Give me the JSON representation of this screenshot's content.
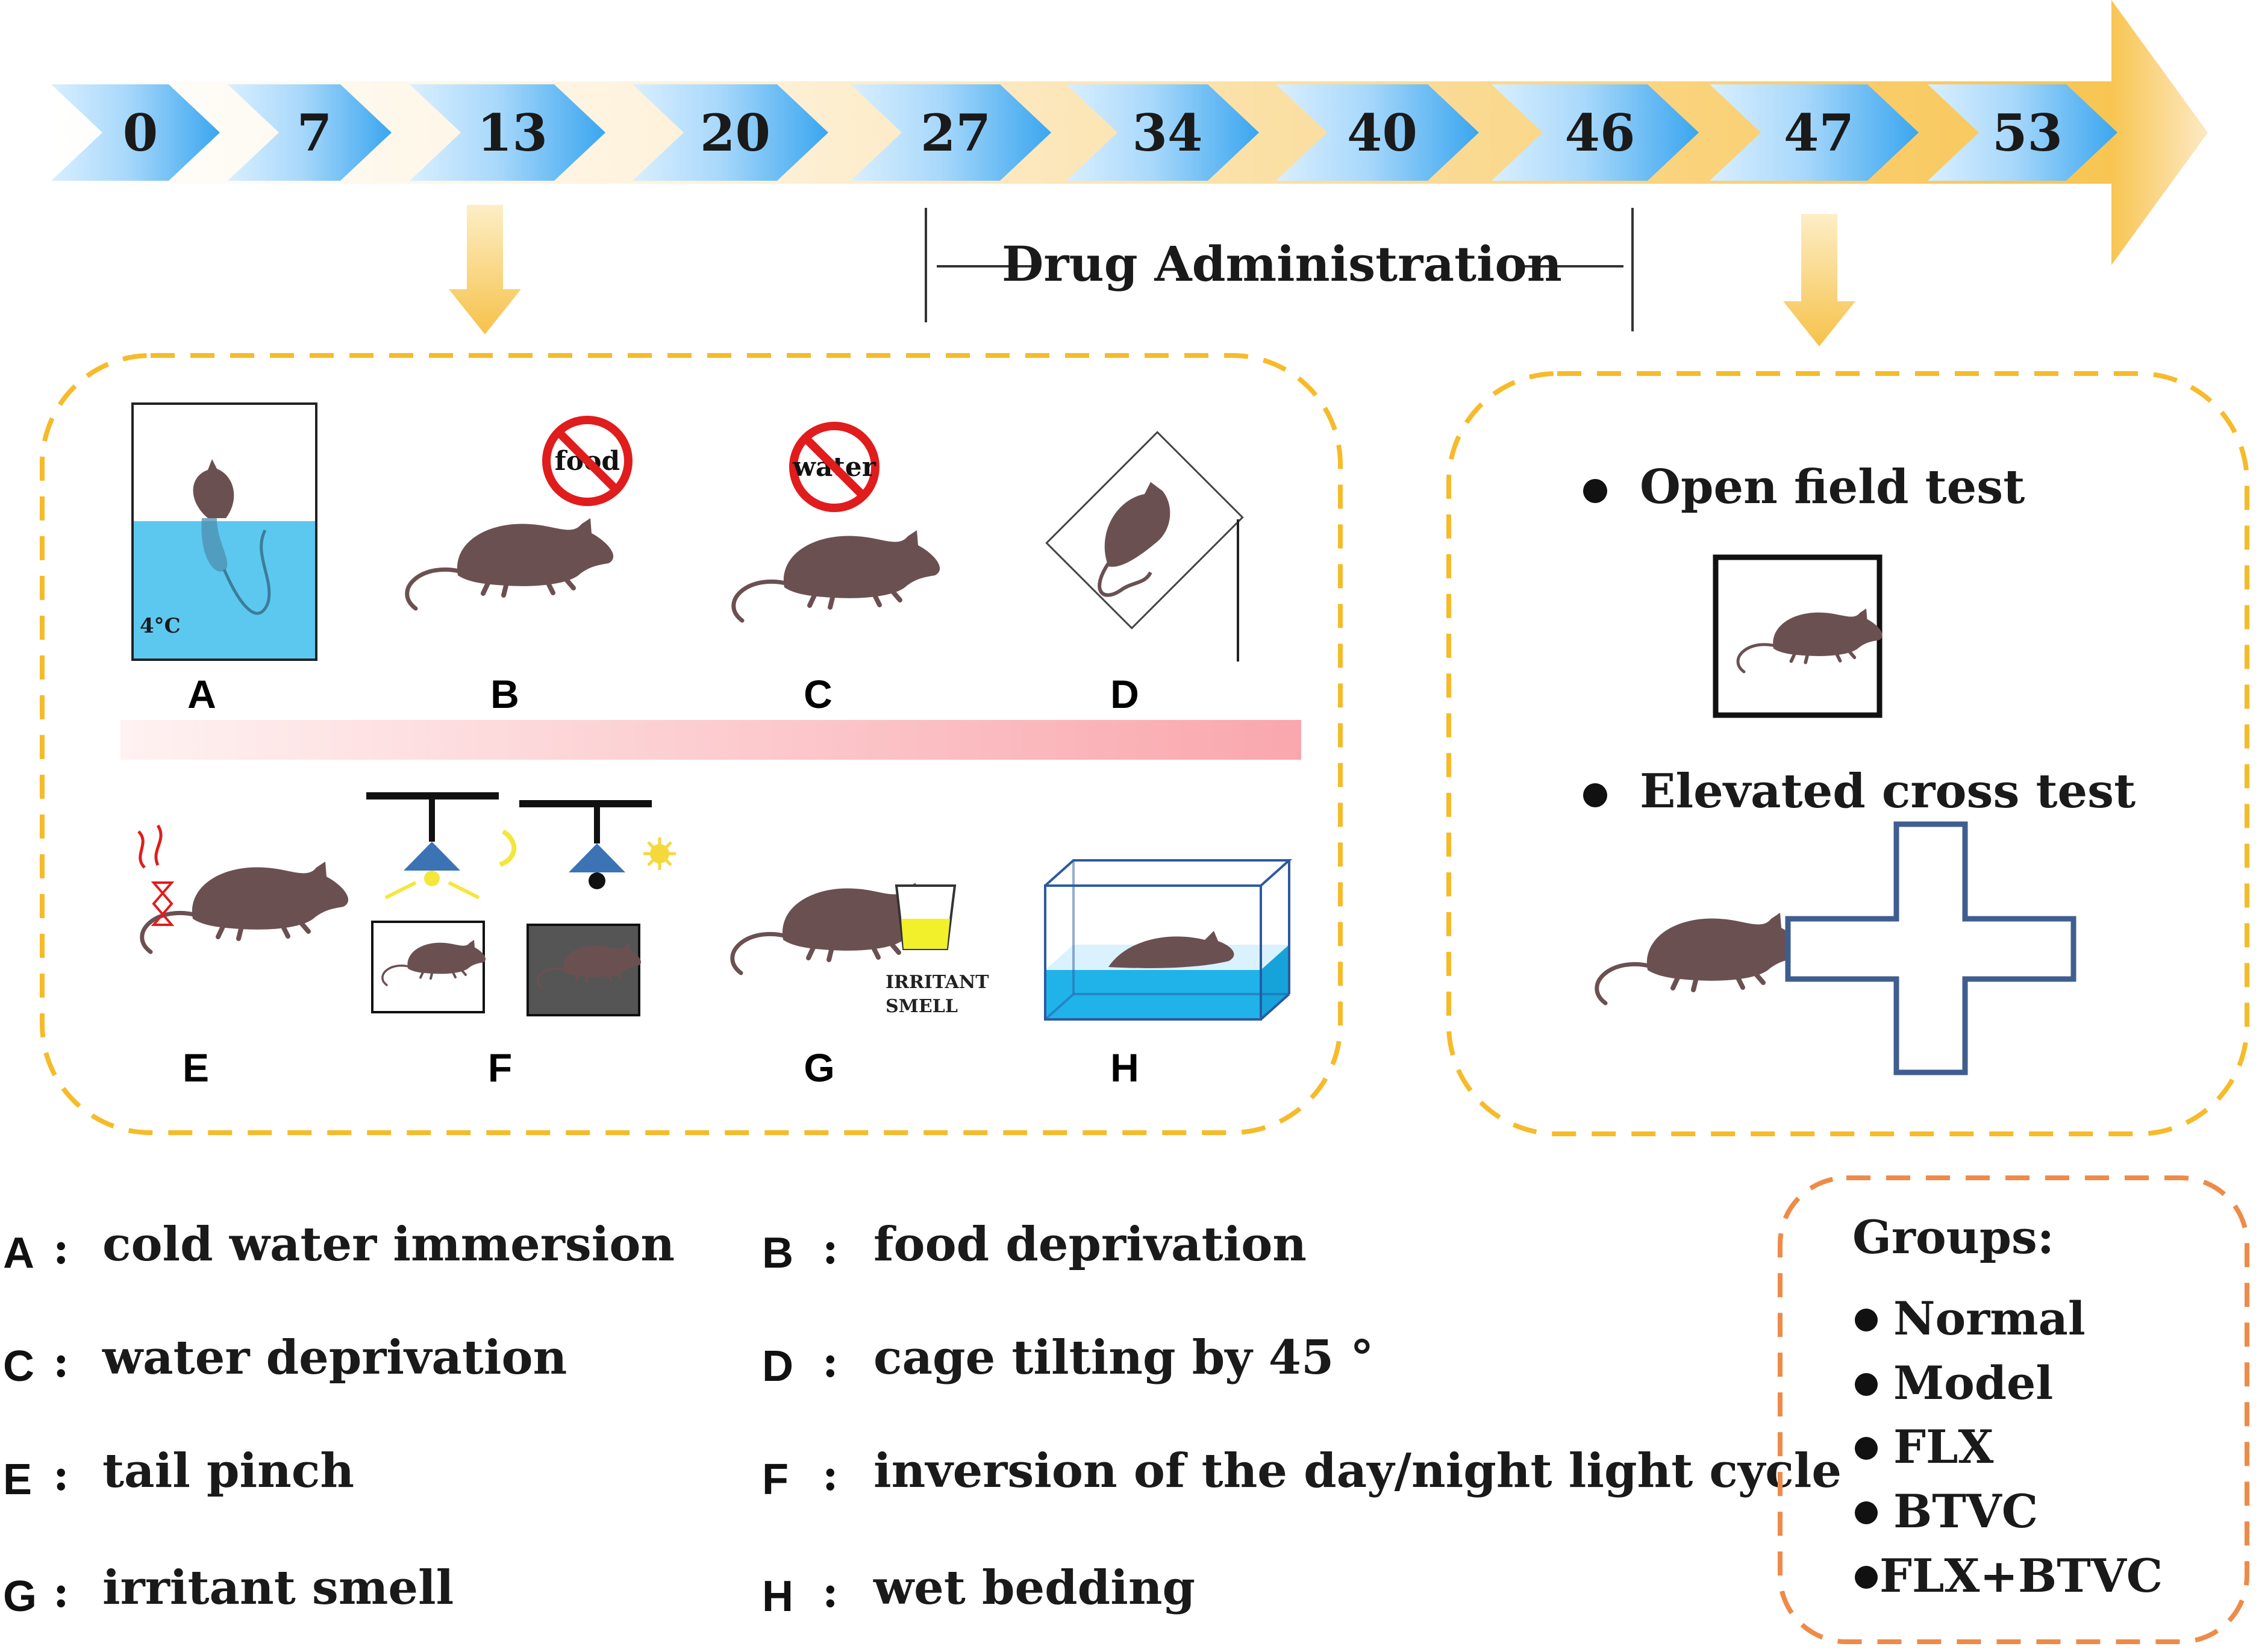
{
  "timeline": {
    "days": [
      "0",
      "7",
      "13",
      "20",
      "27",
      "34",
      "40",
      "46",
      "47",
      "53"
    ],
    "drug_label": "Drug Administration"
  },
  "stressors": {
    "cold_water_temp": "4°C",
    "no_food_sign": "food",
    "no_water_sign": "water",
    "irritant_label_1": "IRRITANT",
    "irritant_label_2": "SMELL",
    "panel_letters": [
      "A",
      "B",
      "C",
      "D",
      "E",
      "F",
      "G",
      "H"
    ]
  },
  "tests": {
    "open_field": "Open field test",
    "elevated_cross": "Elevated cross test"
  },
  "legend": [
    {
      "key": "A",
      "sep": ":",
      "text": "cold water immersion"
    },
    {
      "key": "B",
      "sep": ":",
      "text": "food deprivation"
    },
    {
      "key": "C",
      "sep": ":",
      "text": "water deprivation"
    },
    {
      "key": "D",
      "sep": ":",
      "text": "cage tilting by 45 °"
    },
    {
      "key": "E",
      "sep": ":",
      "text": "tail pinch"
    },
    {
      "key": "F",
      "sep": ":",
      "text": "inversion of the day/night light cycle"
    },
    {
      "key": "G",
      "sep": ":",
      "text": "irritant smell"
    },
    {
      "key": "H",
      "sep": ":",
      "text": "wet bedding"
    }
  ],
  "groups": {
    "title": "Groups:",
    "items": [
      "Normal",
      "Model",
      "FLX",
      "BTVC",
      "FLX+BTVC"
    ]
  },
  "colors": {
    "timeline_blue": "#5ab4ee",
    "timeline_gold": "#f8c860",
    "dashed_gold": "#f6bb2a",
    "dashed_orange": "#ee8b48",
    "mouse": "#6b5052",
    "water": "#5cc8f0",
    "maze_blue": "#3f5e8f"
  }
}
